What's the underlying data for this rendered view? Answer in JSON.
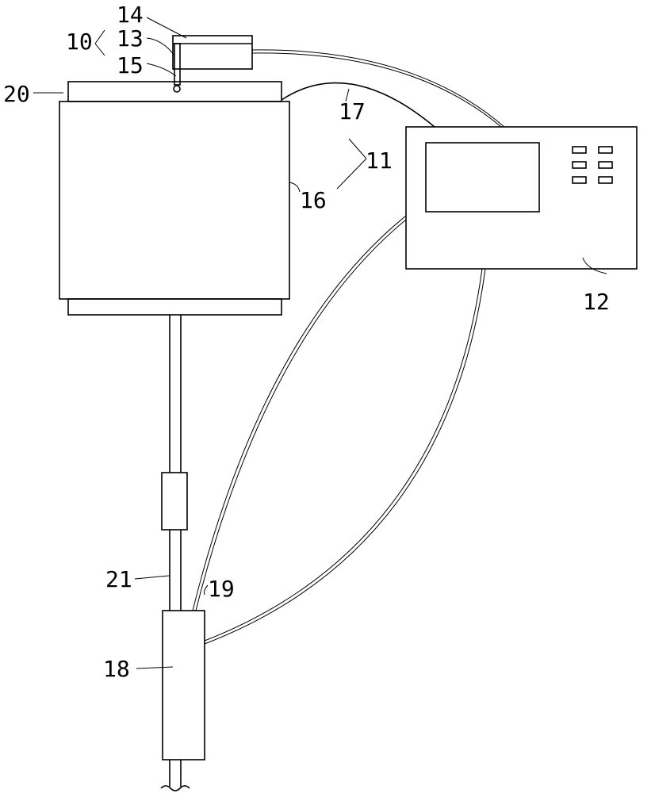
{
  "labels": {
    "l10": "10",
    "l11": "11",
    "l12": "12",
    "l13": "13",
    "l14": "14",
    "l15": "15",
    "l16": "16",
    "l17": "17",
    "l18": "18",
    "l19": "19",
    "l20": "20",
    "l21": "21"
  }
}
